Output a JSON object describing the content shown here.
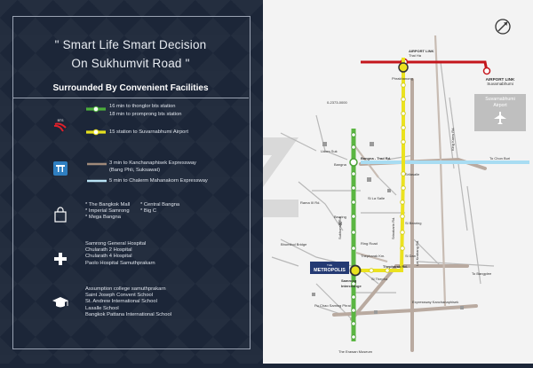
{
  "panel": {
    "title_line1": "\" Smart Life Smart Decision",
    "title_line2": "On Sukhumvit Road \"",
    "subtitle": "Surrounded By Convenient Facilities",
    "transit": {
      "bts_line1": "16 min to thonglor bts station",
      "bts_line2": "18 min to promprong bts station",
      "airport_line": "15 station to Suvarnabhumi Airport"
    },
    "expressway": {
      "line1": "3 min to Kanchanaphisek Expressway",
      "line2": "(Bang Phli, Suksawat)",
      "line3": "5 min to Chalerm Mahanakorn Expressway"
    },
    "shopping": {
      "col1": [
        "* The Bangkok Mall",
        "* Imperial Samrong",
        "* Mega Bangna"
      ],
      "col2": [
        "* Central Bangna",
        "* Big C"
      ]
    },
    "hospitals": [
      "Samrong General Hospital",
      "Chularath 2 Hospital",
      "Chularath 4 Hospital",
      "Paolo Hospital Samuthprakarn"
    ],
    "schools": [
      "Assumption college samuthprakarn",
      "Saint Joseph Convent School",
      "St. Andrew International School",
      "Lasalle School",
      "Bangkok Pattana International School"
    ]
  },
  "map": {
    "airport_link_top_label1": "AIRPORT LINK",
    "airport_link_top_label2": "Thai Ha",
    "phaya_thai_label": "Phrakhanong",
    "airport_link_label": "AIRPORT LINK",
    "airport_link_sub": "Suvarnabhumi",
    "airport_box_label1": "Suvarnabhumi",
    "airport_box_label2": "Airport",
    "phone": "0-2373-0000",
    "udom_suk": "Udom Suk",
    "bangna": "Bangna",
    "bangna_trad": "Bangna - Trad Rd.",
    "to_chon_buri": "To Chon Buri",
    "srilasalle": "Srilasalle",
    "si_lasalle": "Si La Salle",
    "si_bearing": "Si Bearing",
    "bearing": "Bearing",
    "sukhumvit": "Sukhumvit Rd.",
    "srinakarin": "Srinakarin Rd.",
    "thepharak": "Thepharak Rd.",
    "samrong": "Samrong",
    "interchange": "Interchange",
    "samrong_label": "Samrong",
    "si_dan": "Si Dan",
    "si_thepha": "Si Thepha",
    "to_bangplee": "To Bangplee",
    "rama_iii": "Rama III Rd.",
    "bhumibol": "Bhumibol Bridge",
    "expressway_name": "Expressway Kanchanaphisek",
    "erawan": "The Erawan Museum",
    "pu_chao": "Pu Chao Saming Phrai",
    "metropolis": "METROPOLIS",
    "the_metro": "THE",
    "mahachai": "Ring Road",
    "thepharak_kamnan": "Thepharak Km.",
    "lat_krabang": "Lat Krabang Rd.",
    "kingkaew": "King Kaew Rd."
  }
}
